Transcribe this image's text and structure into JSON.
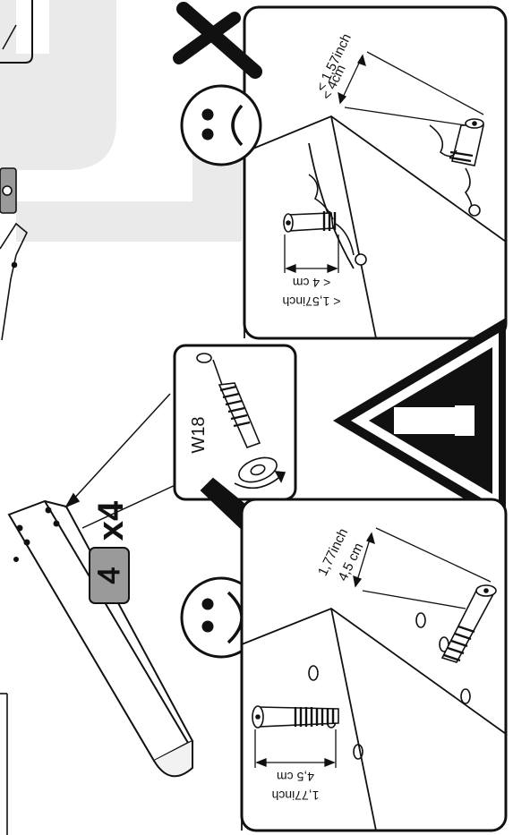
{
  "step": {
    "number": "4",
    "quantity": "x4"
  },
  "part": {
    "code": "W18"
  },
  "bad_example": {
    "measure_a_inch": "< 1,57inch",
    "measure_a_cm": "< 4cm",
    "measure_b_inch": "< 1,57inch",
    "measure_b_cm": "< 4 cm",
    "face_icon": "sad-face-icon",
    "mark_icon": "cross-mark-icon"
  },
  "good_example": {
    "measure_a_inch": "1,77inch",
    "measure_a_cm": "4,5 cm",
    "measure_b_inch": "1,77inch",
    "measure_b_cm": "4,5 cm",
    "face_icon": "happy-face-icon",
    "mark_icon": "check-mark-icon"
  },
  "warning_icon": "warning-triangle-icon",
  "colors": {
    "line": "#111111",
    "badge_fill": "#9a9a9a",
    "watermark": "#e6e6e6"
  }
}
